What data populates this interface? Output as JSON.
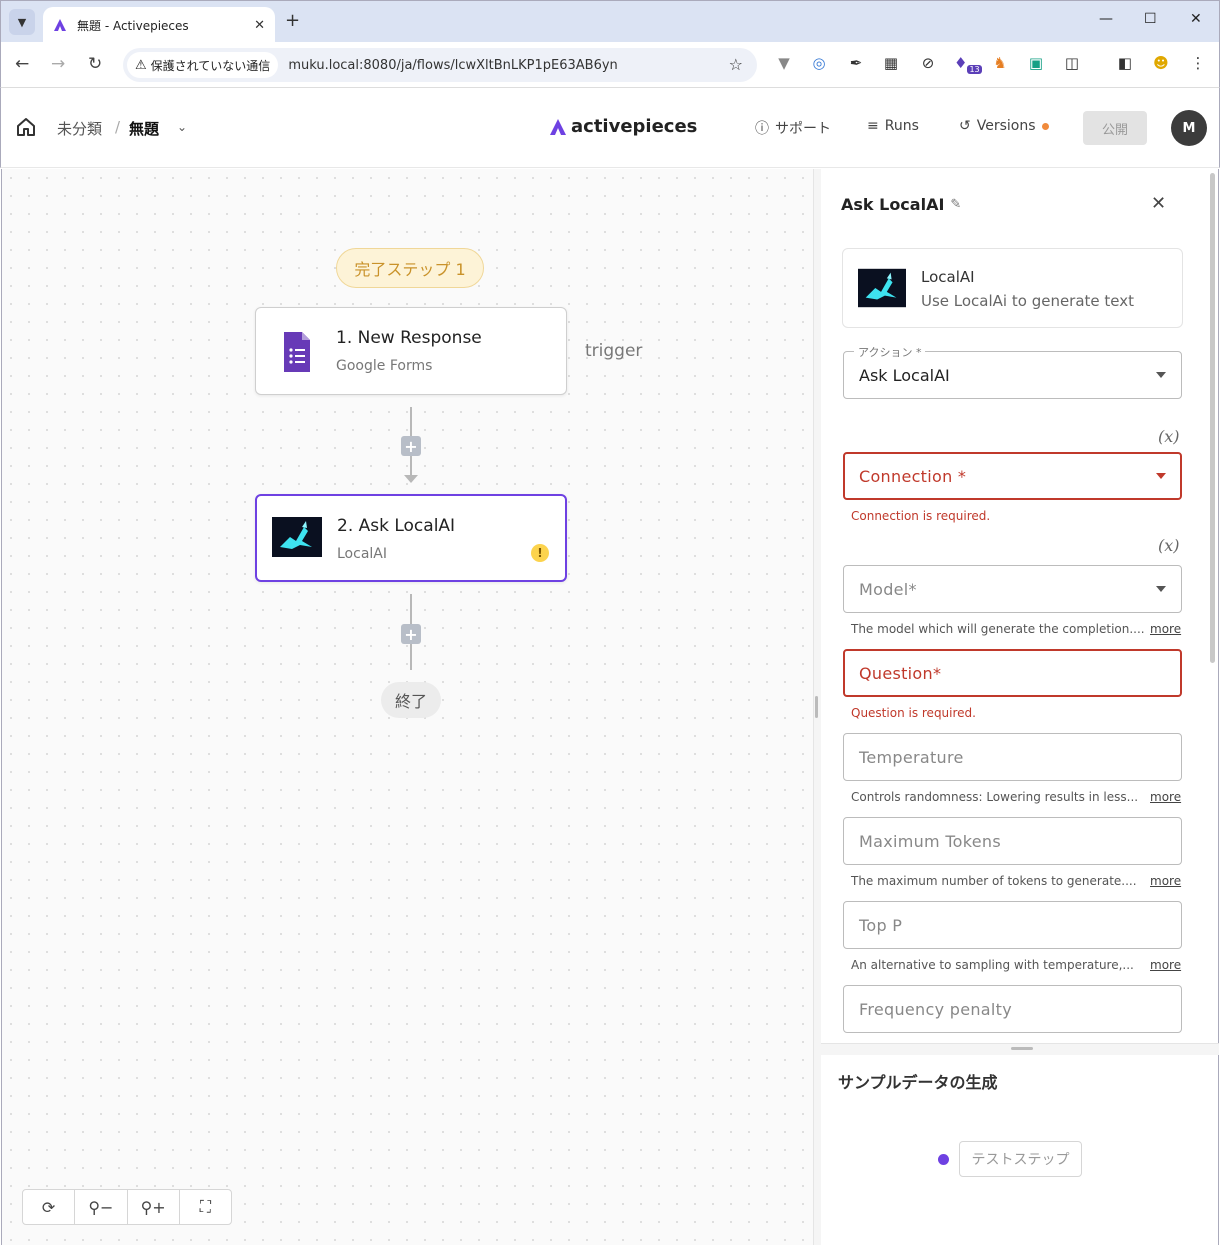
{
  "browser": {
    "tab_title": "無題 - Activepieces",
    "security_label": "保護されていない通信",
    "url": "muku.local:8080/ja/flows/lcwXltBnLKP1pE63AB6yn",
    "ext_badge": "13"
  },
  "header": {
    "breadcrumb_folder": "未分類",
    "breadcrumb_sep": "/",
    "flow_name": "無題",
    "brand": "activepieces",
    "support_label": "サポート",
    "runs_label": "Runs",
    "versions_label": "Versions",
    "publish_label": "公開",
    "avatar_initial": "M"
  },
  "canvas": {
    "completed_badge": "完了ステップ 1",
    "trigger_label": "trigger",
    "end_label": "終了",
    "steps": [
      {
        "name": "1. New Response",
        "subtitle": "Google Forms",
        "icon": "google-forms-icon"
      },
      {
        "name": "2. Ask LocalAI",
        "subtitle": "LocalAI",
        "icon": "localai-icon",
        "warning": "!"
      }
    ]
  },
  "panel": {
    "title": "Ask LocalAI",
    "piece_name": "LocalAI",
    "piece_description": "Use LocalAi to generate text",
    "action_legend": "アクション *",
    "action_value": "Ask LocalAI",
    "var_toggle": "(x)",
    "fields": [
      {
        "label": "Connection *",
        "error": "Connection is required."
      },
      {
        "label": "Model*",
        "hint": "The model which will generate the completion....",
        "more": "more"
      },
      {
        "label": "Question*",
        "error": "Question is required."
      },
      {
        "label": "Temperature",
        "hint": "Controls randomness: Lowering results in less...",
        "more": "more"
      },
      {
        "label": "Maximum Tokens",
        "hint": "The maximum number of tokens to generate....",
        "more": "more"
      },
      {
        "label": "Top P",
        "hint": "An alternative to sampling with temperature,...",
        "more": "more"
      },
      {
        "label": "Frequency penalty"
      }
    ],
    "sample_title": "サンプルデータの生成",
    "test_button": "テストステップ"
  },
  "colors": {
    "accent": "#6e41e2",
    "error": "#c0392b",
    "warning": "#f08a3c"
  }
}
